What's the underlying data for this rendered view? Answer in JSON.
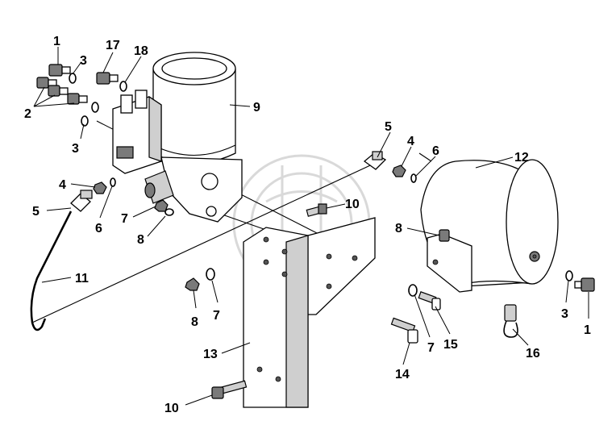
{
  "callouts": [
    {
      "id": "c1a",
      "text": "1"
    },
    {
      "id": "c2",
      "text": "2"
    },
    {
      "id": "c3a",
      "text": "3"
    },
    {
      "id": "c3b",
      "text": "3"
    },
    {
      "id": "c17",
      "text": "17"
    },
    {
      "id": "c18",
      "text": "18"
    },
    {
      "id": "c9",
      "text": "9"
    },
    {
      "id": "c4a",
      "text": "4"
    },
    {
      "id": "c5a",
      "text": "5"
    },
    {
      "id": "c6a",
      "text": "6"
    },
    {
      "id": "c7a",
      "text": "7"
    },
    {
      "id": "c8a",
      "text": "8"
    },
    {
      "id": "c11",
      "text": "11"
    },
    {
      "id": "c5b",
      "text": "5"
    },
    {
      "id": "c4b",
      "text": "4"
    },
    {
      "id": "c6b",
      "text": "6"
    },
    {
      "id": "c12",
      "text": "12"
    },
    {
      "id": "c10a",
      "text": "10"
    },
    {
      "id": "c8b",
      "text": "8"
    },
    {
      "id": "c8c",
      "text": "8"
    },
    {
      "id": "c7b",
      "text": "7"
    },
    {
      "id": "c7c",
      "text": "7"
    },
    {
      "id": "c15",
      "text": "15"
    },
    {
      "id": "c13",
      "text": "13"
    },
    {
      "id": "c14",
      "text": "14"
    },
    {
      "id": "c10b",
      "text": "10"
    },
    {
      "id": "c3c",
      "text": "3"
    },
    {
      "id": "c1b",
      "text": "1"
    },
    {
      "id": "c16",
      "text": "16"
    }
  ]
}
